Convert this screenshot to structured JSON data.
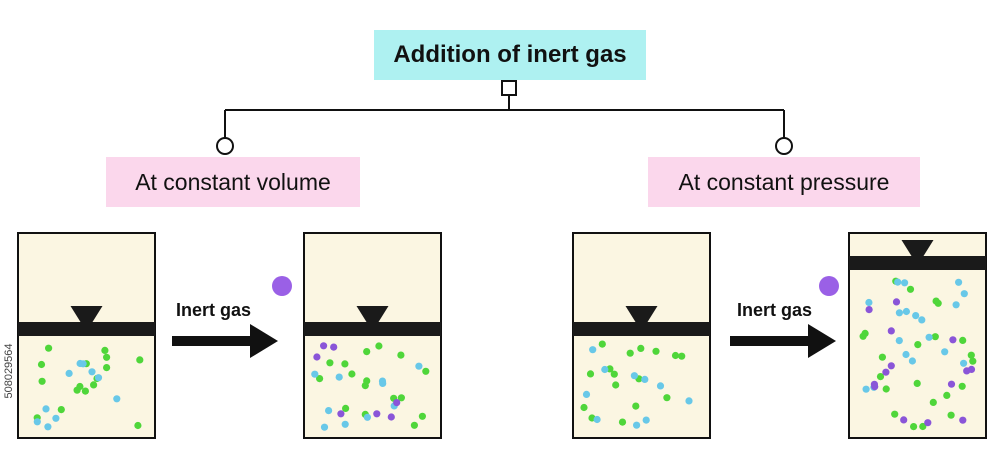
{
  "title": "Addition of inert gas",
  "left_label": "At constant volume",
  "right_label": "At constant pressure",
  "arrow_left_label": "Inert gas",
  "arrow_right_label": "Inert gas",
  "stock_id": "508029564",
  "colors": {
    "title_bg": "#aef1f1",
    "label_bg": "#fbd7ec",
    "container_fill": "#fbf6e2",
    "piston": "#1a1a1a",
    "green_particle": "#4fd63a",
    "blue_particle": "#68c8e8",
    "purple_particle": "#8a55d8",
    "inert_gas_dot": "#9a60e6"
  }
}
